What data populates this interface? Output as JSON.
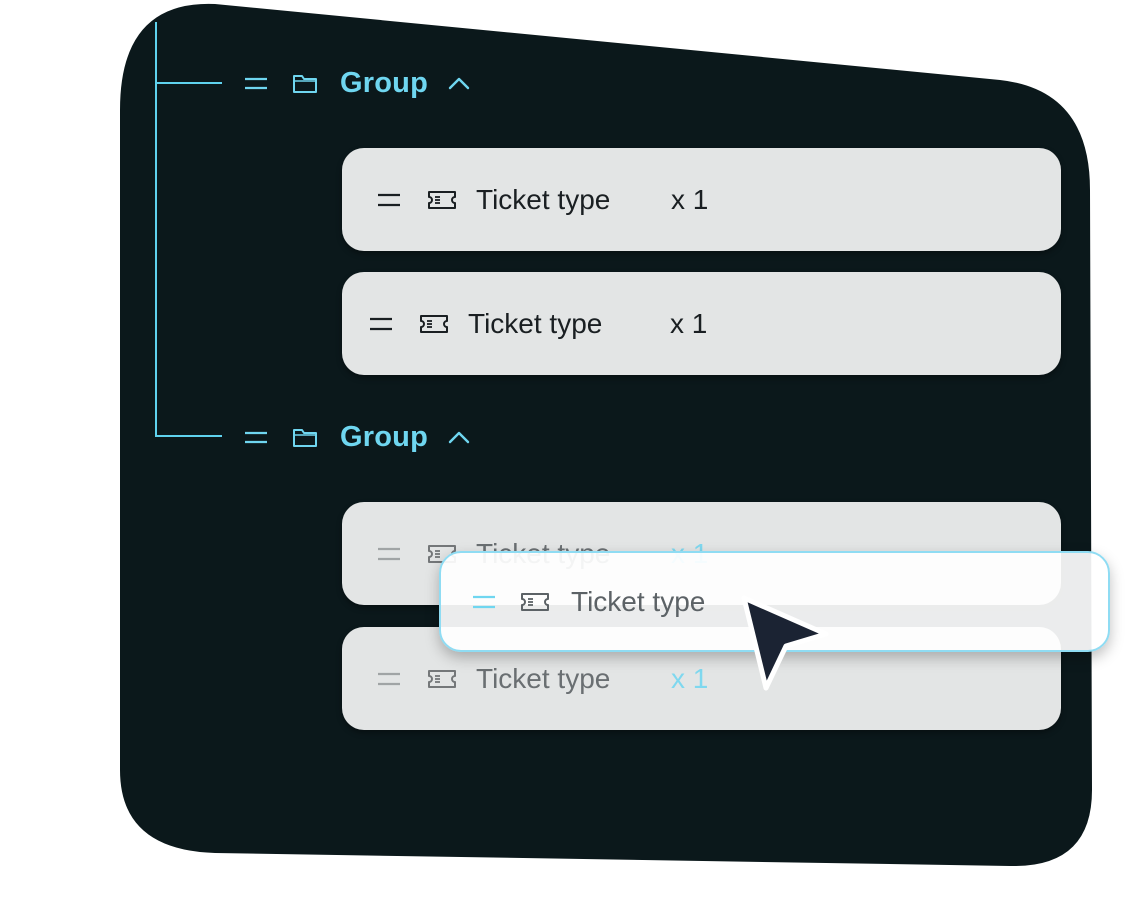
{
  "colors": {
    "panel_background": "#0b181b",
    "accent": "#6fd6f0",
    "card_background": "#e3e5e5",
    "card_text": "#1a1f22",
    "muted_text": "#6a6f72",
    "cursor_fill": "#1b2333"
  },
  "groups": [
    {
      "label": "Group",
      "icons": [
        "drag-handle-icon",
        "folder-icon",
        "chevron-up-icon"
      ],
      "items": [
        {
          "label": "Ticket type",
          "qty": "x 1",
          "icons": [
            "drag-handle-icon",
            "ticket-icon"
          ]
        },
        {
          "label": "Ticket type",
          "qty": "x 1",
          "icons": [
            "drag-handle-icon",
            "ticket-icon"
          ]
        }
      ]
    },
    {
      "label": "Group",
      "icons": [
        "drag-handle-icon",
        "folder-icon",
        "chevron-up-icon"
      ],
      "items": [
        {
          "label": "Ticket type",
          "qty": "x 1",
          "icons": [
            "drag-handle-icon",
            "ticket-icon"
          ]
        },
        {
          "label": "Ticket type",
          "qty": "x 1",
          "icons": [
            "drag-handle-icon",
            "ticket-icon"
          ]
        }
      ]
    }
  ],
  "dragging_item": {
    "label": "Ticket type",
    "icons": [
      "drag-handle-icon",
      "ticket-icon"
    ]
  },
  "cursor": {
    "icon": "cursor-arrow-icon"
  }
}
